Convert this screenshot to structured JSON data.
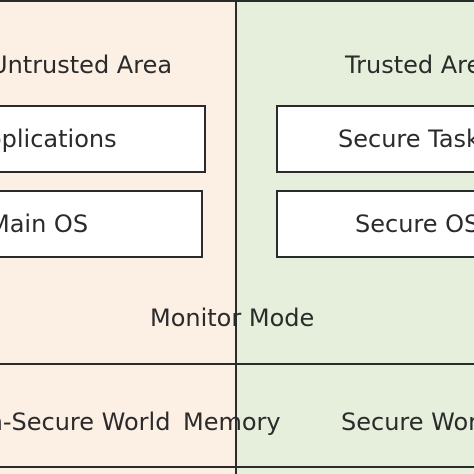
{
  "diagram": {
    "untrusted_area": {
      "title": "Untrusted Area",
      "components": [
        "Applications",
        "Main OS"
      ],
      "world": "Non-Secure World"
    },
    "trusted_area": {
      "title": "Trusted Area",
      "components": [
        "Secure Tasks",
        "Secure OS"
      ],
      "world": "Secure World"
    },
    "monitor_label": "Monitor Mode",
    "memory_label": "Memory"
  },
  "colors": {
    "untrusted_bg": "#fcefe4",
    "trusted_bg": "#e6efdc",
    "line": "#2b2b2b",
    "box_bg": "#ffffff"
  }
}
